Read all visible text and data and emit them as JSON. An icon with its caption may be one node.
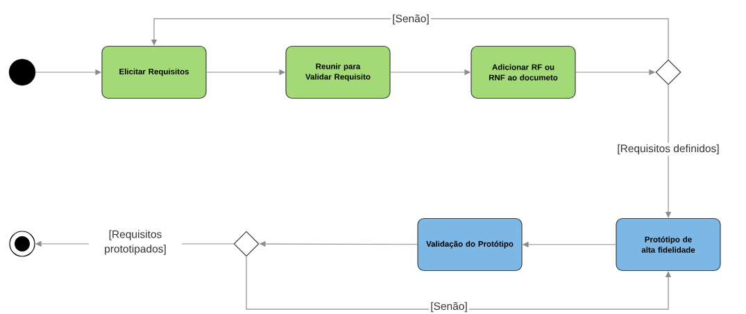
{
  "diagram": {
    "nodes": [
      {
        "text": [],
        "shape": "circle"
      },
      {
        "text": [
          "Elicitar Requisitos"
        ]
      },
      {
        "text": [
          "Reunir para Validar Requisito"
        ]
      },
      {
        "text": [
          "Adicionar RF ou RNF ao documeto"
        ]
      },
      {
        "text": [],
        "shape": "diamond"
      },
      {
        "text": [
          "Protótipo de alta fidelidade"
        ]
      },
      {
        "text": [
          "Validação do Protótipo"
        ]
      },
      {
        "text": [],
        "shape": "diamond"
      },
      {
        "text": [],
        "shape": "circle"
      }
    ],
    "edges": [
      {
        "from": 0,
        "to": 1,
        "arrow": "to"
      },
      {
        "from": 1,
        "to": 2,
        "arrow": "to"
      },
      {
        "from": 2,
        "to": 3,
        "arrow": "to"
      },
      {
        "from": 3,
        "to": 4,
        "arrow": "to"
      },
      {
        "from": 4,
        "to": 1,
        "arrow": "to",
        "label": "[Senão]"
      },
      {
        "from": 4,
        "to": 5,
        "arrow": "to",
        "label": "[Requisitos definidos]"
      },
      {
        "from": 5,
        "to": 6,
        "arrow": "to"
      },
      {
        "from": 6,
        "to": 7,
        "arrow": "to"
      },
      {
        "from": 7,
        "to": 8,
        "arrow": "to",
        "label": "[Requisitos prototipados]"
      },
      {
        "from": 7,
        "to": 5,
        "arrow": "to",
        "label": "[Senão]"
      }
    ]
  }
}
